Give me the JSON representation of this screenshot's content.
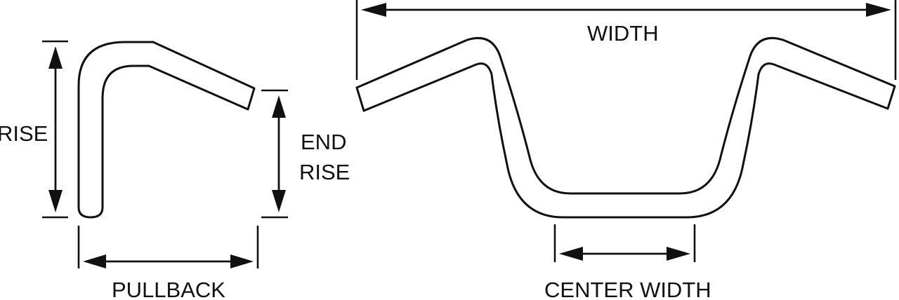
{
  "diagram": {
    "labels": {
      "rise": "RISE",
      "end_rise_line1": "END",
      "end_rise_line2": "RISE",
      "pullback": "PULLBACK",
      "width": "WIDTH",
      "center_width": "CENTER WIDTH"
    },
    "colors": {
      "line": "#111111",
      "background": "#ffffff"
    }
  }
}
